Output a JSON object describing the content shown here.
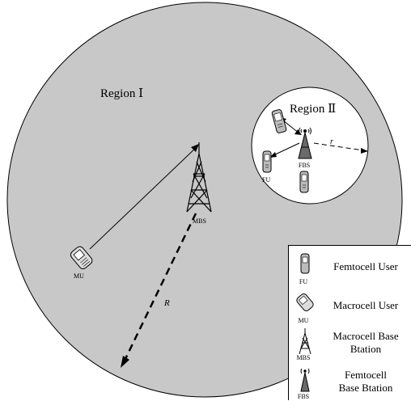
{
  "labels": {
    "region1": "Region Ⅰ",
    "region2": "Region Ⅱ",
    "mbs": "MBS",
    "fbs": "FBS",
    "fu": "FU",
    "mu": "MU",
    "radius_R": "R",
    "radius_r": "r"
  },
  "legend": [
    {
      "abbr": "FU",
      "line1": "Femtocell User",
      "line2": ""
    },
    {
      "abbr": "MU",
      "line1": "Macrocell User",
      "line2": ""
    },
    {
      "abbr": "MBS",
      "line1": "Macrocell Base",
      "line2": "Btation"
    },
    {
      "abbr": "FBS",
      "line1": "Femtocell",
      "line2": "Base Btation"
    }
  ],
  "colors": {
    "macrocell_fill": "#c8c8c8",
    "femtocell_fill": "#ffffff",
    "stroke": "#000000"
  },
  "icons": [
    "tower-icon",
    "small-antenna-icon",
    "phone-icon",
    "flip-phone-icon"
  ]
}
